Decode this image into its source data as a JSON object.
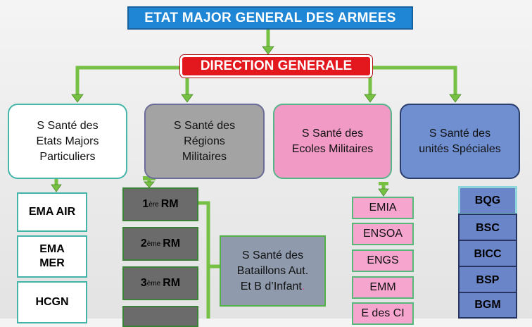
{
  "header": {
    "title": "ETAT MAJOR GENERAL DES ARMEES"
  },
  "direction": {
    "title": "DIRECTION GENERALE"
  },
  "categories": [
    {
      "lines": [
        "S Santé des",
        "Etats Majors",
        "Particuliers"
      ]
    },
    {
      "lines": [
        "S Santé des",
        "Régions",
        "Militaires"
      ]
    },
    {
      "lines": [
        "S Santé des",
        "Ecoles Militaires"
      ]
    },
    {
      "lines": [
        "S Santé des",
        "unités Spéciales"
      ]
    }
  ],
  "etats_majors": [
    {
      "lines": [
        "EMA AIR"
      ]
    },
    {
      "lines": [
        "EMA",
        "MER"
      ]
    },
    {
      "lines": [
        "HCGN"
      ]
    }
  ],
  "regions": [
    {
      "num": "1",
      "sup": "ère",
      "suffix": "RM"
    },
    {
      "num": "2",
      "sup": "ème",
      "suffix": "RM"
    },
    {
      "num": "3",
      "sup": "ème",
      "suffix": "RM"
    }
  ],
  "bataillons": {
    "lines": [
      "S Santé des",
      "Bataillons  Aut.",
      "Et B d’Infant"
    ],
    "dot": "."
  },
  "ecoles": [
    "EMIA",
    "ENSOA",
    "ENGS",
    "EMM",
    "E  des CI"
  ],
  "unites": [
    "BQG",
    "BSC",
    "BICC",
    "BSP",
    "BGM"
  ],
  "colors": {
    "connector": "#76c043",
    "connector_dark": "#4a8a2a"
  }
}
